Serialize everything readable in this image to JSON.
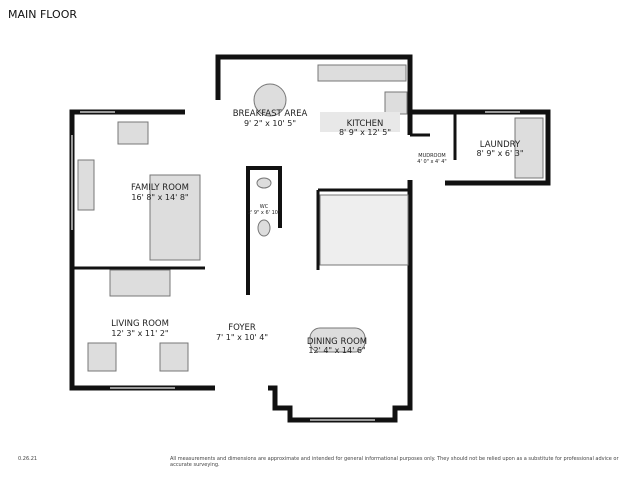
{
  "title": "MAIN FLOOR",
  "rooms": {
    "breakfast": {
      "name": "BREAKFAST AREA",
      "dim": "9' 2\" x 10' 5\""
    },
    "kitchen": {
      "name": "KITCHEN",
      "dim": "8' 9\" x 12' 5\""
    },
    "mudroom": {
      "name": "MUDROOM",
      "dim": "4' 0\" x 4' 4\""
    },
    "laundry": {
      "name": "LAUNDRY",
      "dim": "8' 9\" x 6' 3\""
    },
    "family": {
      "name": "FAMILY ROOM",
      "dim": "16' 8\" x 14' 8\""
    },
    "wc": {
      "name": "WC",
      "dim": "2' 9\" x 6' 10\""
    },
    "living": {
      "name": "LIVING ROOM",
      "dim": "12' 3\" x 11' 2\""
    },
    "foyer": {
      "name": "FOYER",
      "dim": "7' 1\" x 10' 4\""
    },
    "dining": {
      "name": "DINING ROOM",
      "dim": "12' 4\" x 14' 6\""
    }
  },
  "version": "0.26.21",
  "disclaimer": "All measurements and dimensions are approximate and intended for general informational purposes only. They should not be relied upon as a substitute for professional advice or accurate surveying."
}
